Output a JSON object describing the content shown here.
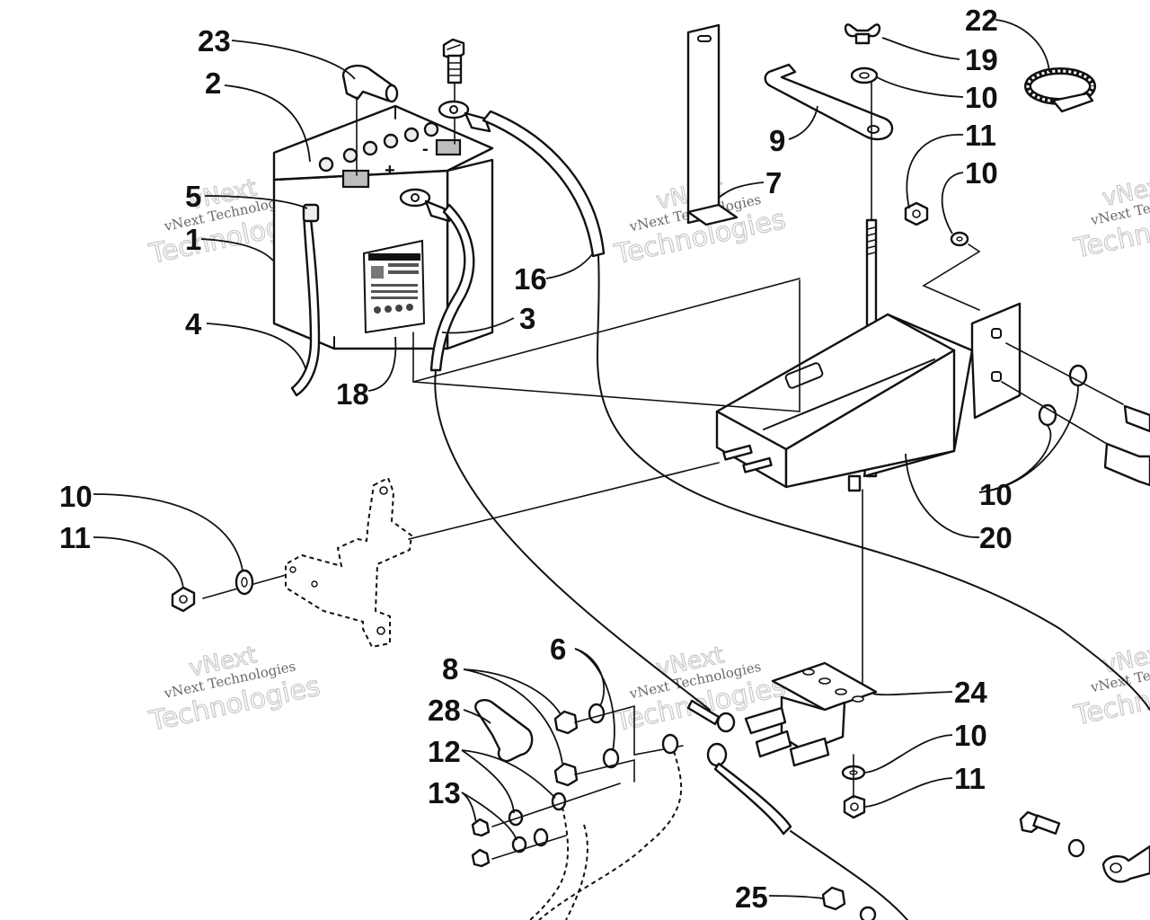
{
  "watermark": {
    "line1": "vNext",
    "line2": "vNext Technologies",
    "line3": "Technologies"
  },
  "callouts": {
    "c23": "23",
    "c2": "2",
    "c5": "5",
    "c1": "1",
    "c4": "4",
    "c18": "18",
    "c3": "3",
    "c16": "16",
    "c7": "7",
    "c9": "9",
    "c22": "22",
    "c19": "19",
    "c10_top": "10",
    "c11_top": "11",
    "c10_mid": "10",
    "c10_right": "10",
    "c20": "20",
    "c10_left": "10",
    "c11_left": "11",
    "c6": "6",
    "c8": "8",
    "c28": "28",
    "c12": "12",
    "c13": "13",
    "c24": "24",
    "c10_bot": "10",
    "c11_bot": "11",
    "c25": "25"
  }
}
